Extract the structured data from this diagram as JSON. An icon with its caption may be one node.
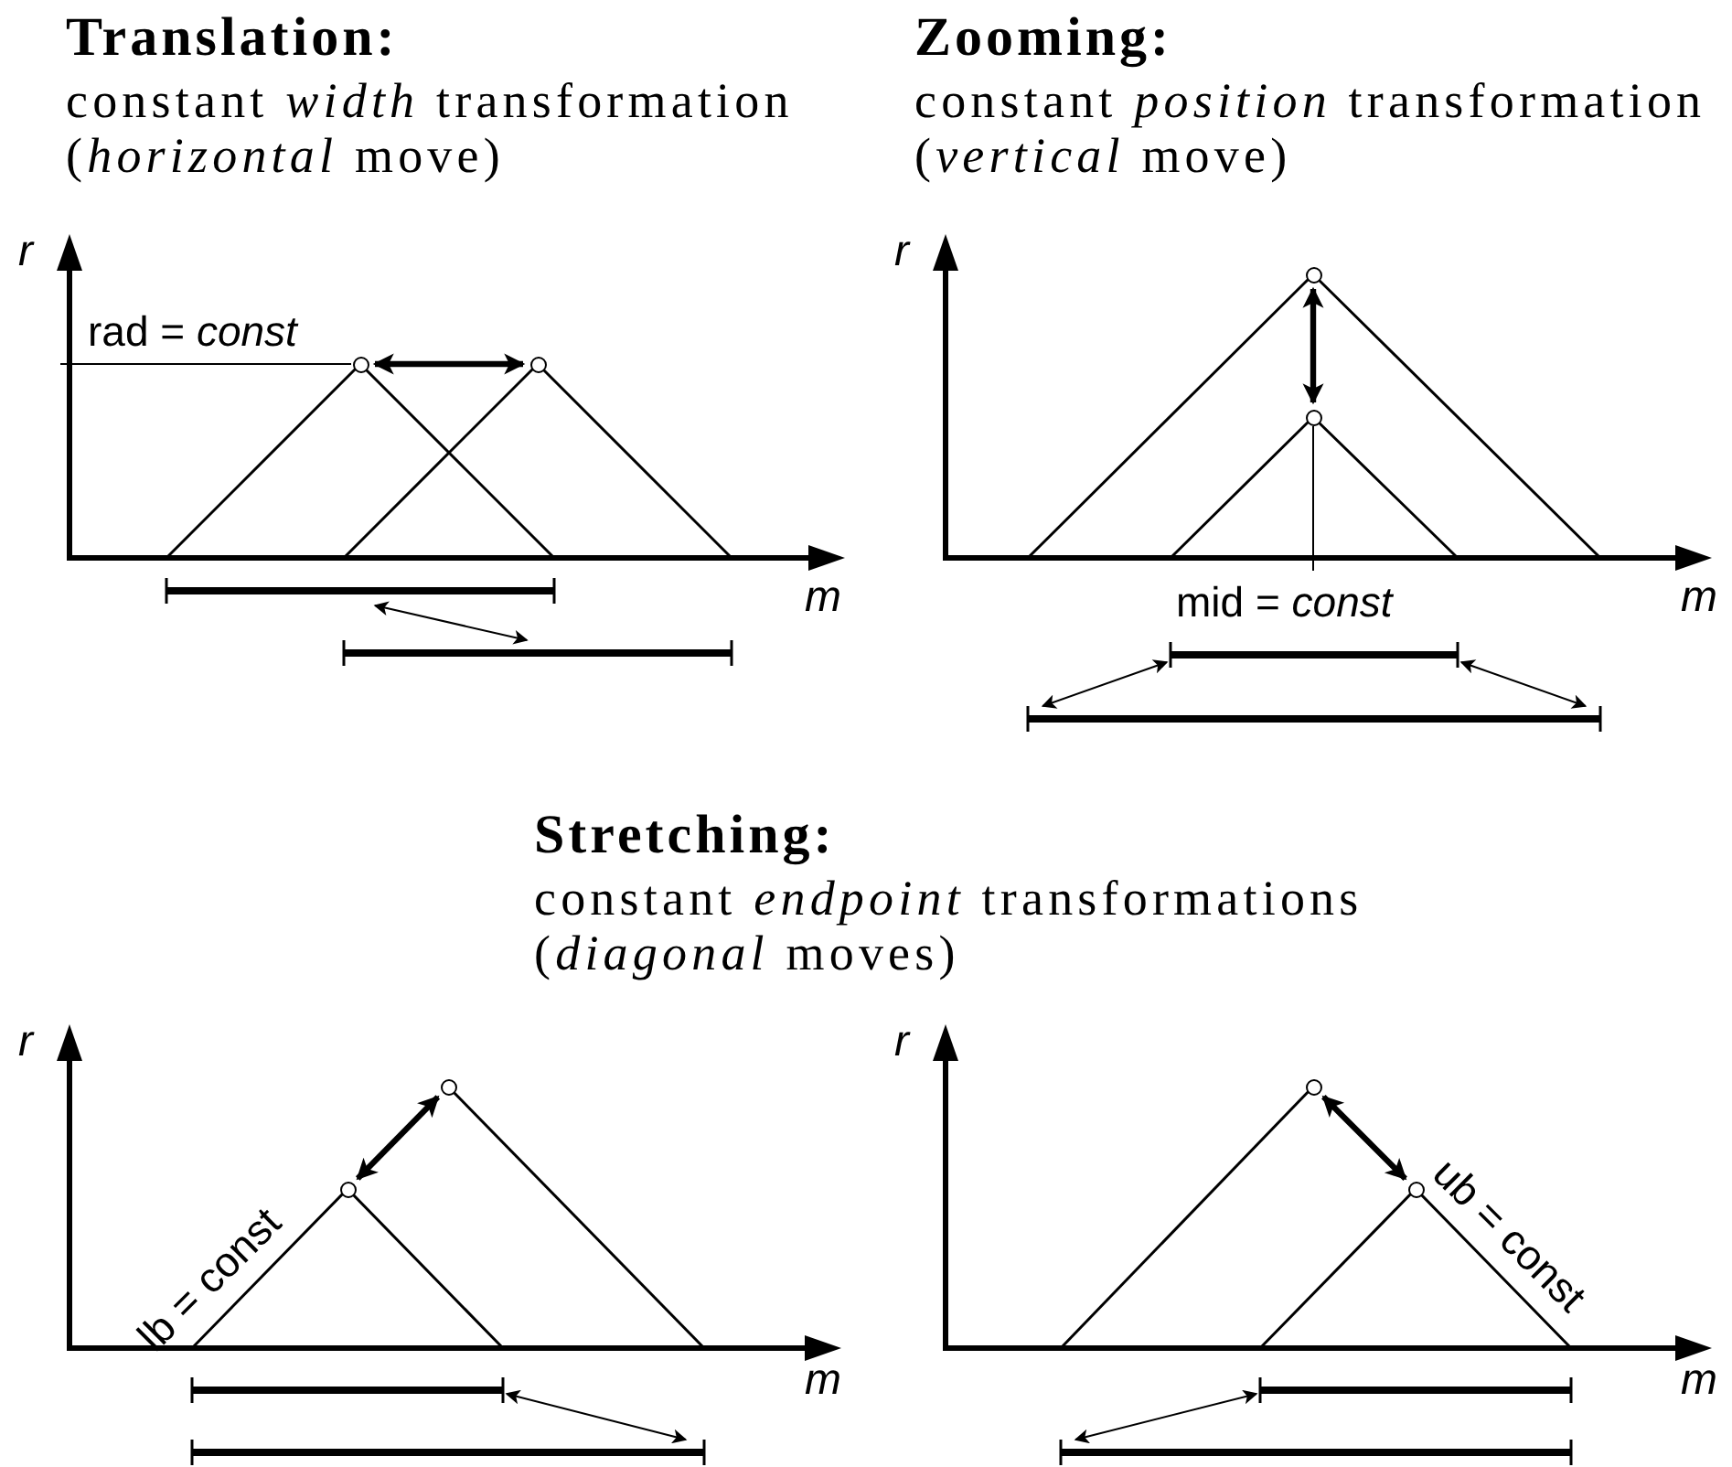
{
  "diagram": {
    "nodes": [
      {
        "text": [],
        "shape": "circle"
      },
      {
        "text": [],
        "shape": "circle"
      },
      {
        "text": [],
        "shape": "bar"
      },
      {
        "text": [],
        "shape": "bar"
      },
      {
        "text": [],
        "shape": "circle"
      },
      {
        "text": [],
        "shape": "circle"
      },
      {
        "text": [],
        "shape": "bar"
      },
      {
        "text": [],
        "shape": "bar"
      },
      {
        "text": [],
        "shape": "circle"
      },
      {
        "text": [],
        "shape": "circle"
      },
      {
        "text": [],
        "shape": "bar"
      },
      {
        "text": [],
        "shape": "bar"
      },
      {
        "text": [],
        "shape": "circle"
      },
      {
        "text": [],
        "shape": "circle"
      },
      {
        "text": [],
        "shape": "bar"
      },
      {
        "text": [],
        "shape": "bar"
      }
    ],
    "edges": [
      {
        "from": 0,
        "to": 1,
        "arrow": "both",
        "style": "thick"
      },
      {
        "from": 2,
        "to": 3,
        "arrow": "both"
      },
      {
        "from": 4,
        "to": 5,
        "arrow": "both",
        "style": "thick"
      },
      {
        "from": 6,
        "to": 7,
        "arrow": "both"
      },
      {
        "from": 6,
        "to": 7,
        "arrow": "both"
      },
      {
        "from": 8,
        "to": 9,
        "arrow": "both",
        "style": "thick"
      },
      {
        "from": 10,
        "to": 11,
        "arrow": "both"
      },
      {
        "from": 12,
        "to": 13,
        "arrow": "both",
        "style": "thick"
      },
      {
        "from": 14,
        "to": 15,
        "arrow": "both"
      }
    ],
    "labels": [
      "Translation:",
      "constant *width* transformation (*horizontal* move)",
      "Zooming:",
      "constant *position* transformation (*vertical* move)",
      "r",
      "rad = *const*",
      "m",
      "r",
      "m",
      "mid = *const*",
      "Stretching:",
      "constant *endpoint* transformations (*diagonal* moves)",
      "r",
      "lb = const",
      "m",
      "r",
      "ub = const",
      "m"
    ]
  }
}
